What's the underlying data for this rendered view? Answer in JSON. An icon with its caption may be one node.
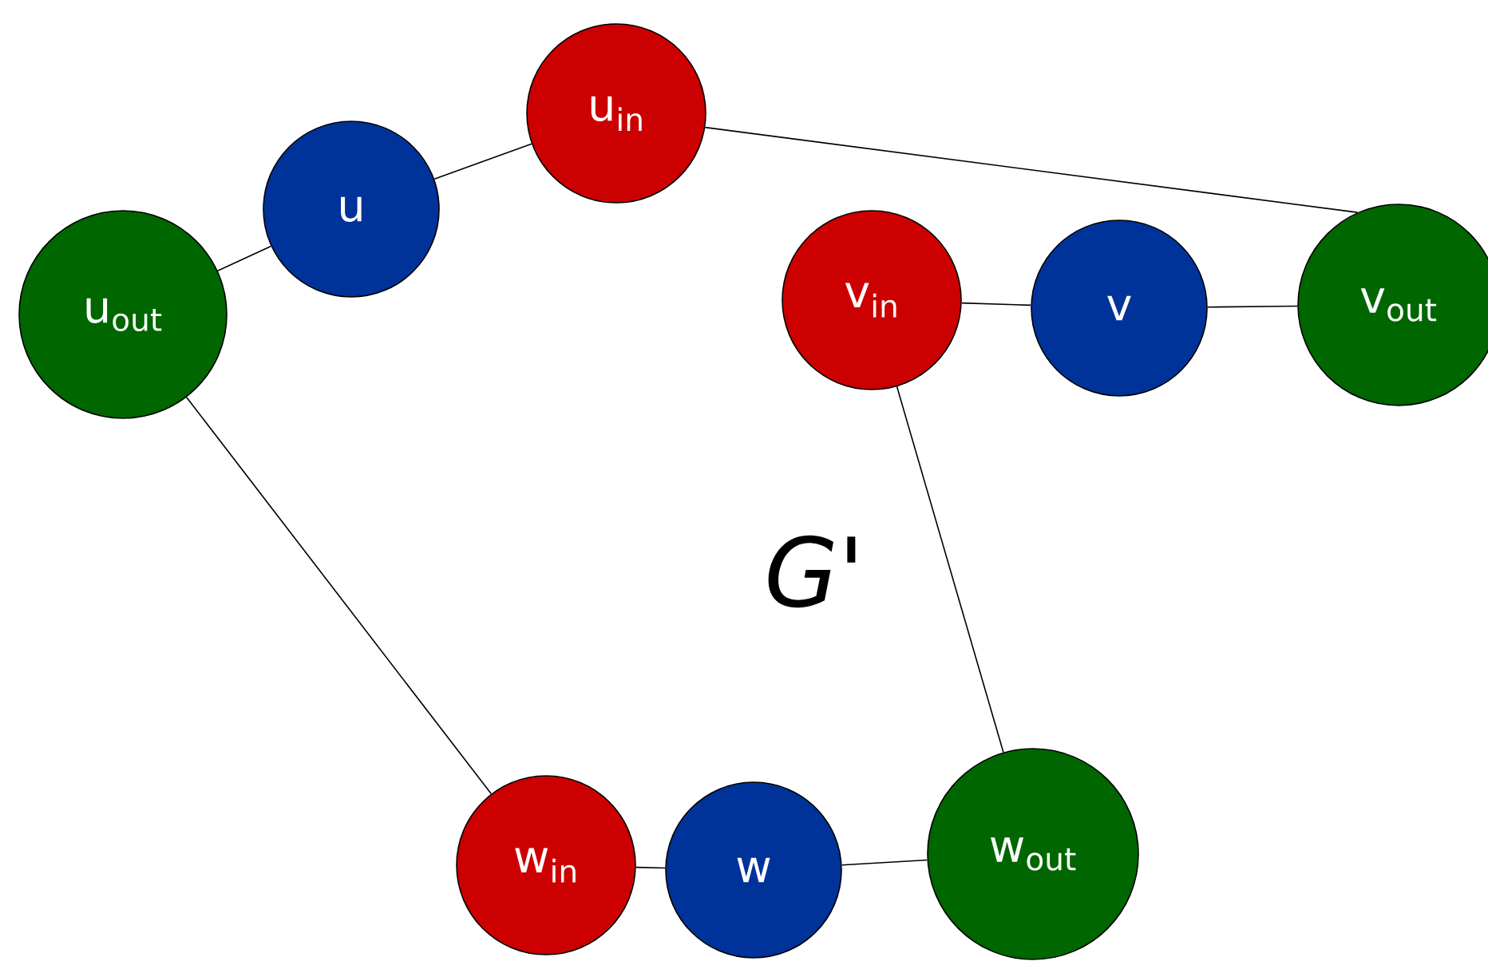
{
  "diagram": {
    "nodes": [
      {
        "text": [
          "u$_{in}$"
        ]
      },
      {
        "text": [
          "u"
        ]
      },
      {
        "text": [
          "u$_{out}$"
        ]
      },
      {
        "text": [
          "v$_{in}$"
        ]
      },
      {
        "text": [
          "v"
        ]
      },
      {
        "text": [
          "v$_{out}$"
        ]
      },
      {
        "text": [
          "w$_{in}$"
        ]
      },
      {
        "text": [
          "w"
        ]
      },
      {
        "text": [
          "w$_{out}$"
        ]
      }
    ],
    "edges": [
      {
        "from": 2,
        "to": 1,
        "arrow": "none"
      },
      {
        "from": 1,
        "to": 0,
        "arrow": "none"
      },
      {
        "from": 0,
        "to": 5,
        "arrow": "none"
      },
      {
        "from": 3,
        "to": 4,
        "arrow": "none"
      },
      {
        "from": 4,
        "to": 5,
        "arrow": "none"
      },
      {
        "from": 3,
        "to": 8,
        "arrow": "none"
      },
      {
        "from": 2,
        "to": 6,
        "arrow": "none"
      },
      {
        "from": 6,
        "to": 7,
        "arrow": "none"
      },
      {
        "from": 7,
        "to": 8,
        "arrow": "none"
      }
    ],
    "labels": [
      "G'"
    ]
  }
}
